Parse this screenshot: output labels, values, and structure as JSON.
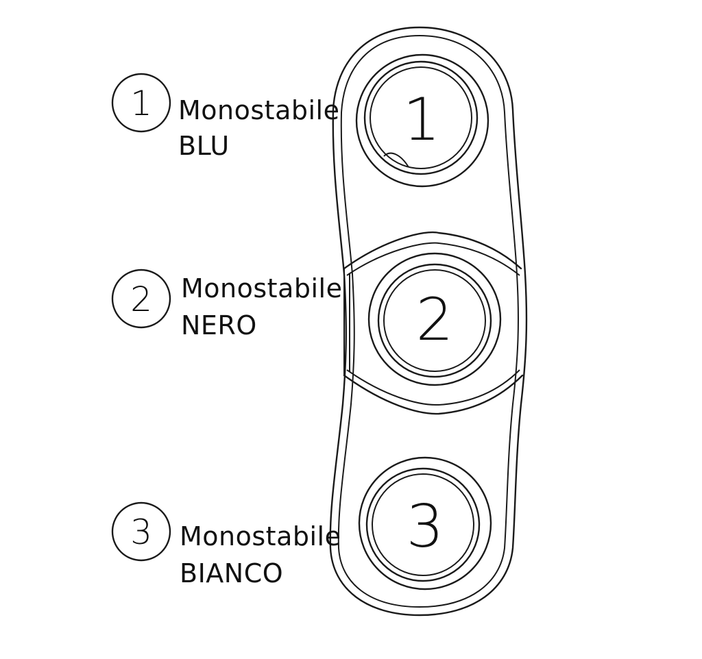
{
  "legend": [
    {
      "number": "1",
      "line1": "Monostabile",
      "line2": "BLU"
    },
    {
      "number": "2",
      "line1": "Monostabile",
      "line2": "NERO"
    },
    {
      "number": "3",
      "line1": "Monostabile",
      "line2": "BIANCO"
    }
  ],
  "buttons": [
    {
      "number": "1"
    },
    {
      "number": "2"
    },
    {
      "number": "3"
    }
  ]
}
